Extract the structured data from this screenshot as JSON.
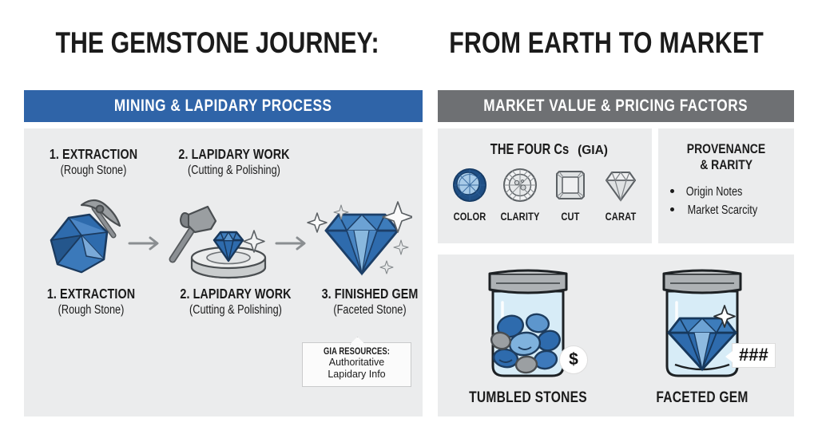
{
  "title": {
    "strong": "THE GEMSTONE JOURNEY:",
    "light": " FROM EARTH TO MARKET"
  },
  "colors": {
    "left_header_blue": "#2f64a8",
    "right_header_gray": "#6e7073",
    "panel_bg": "#ebeced",
    "page_bg": "#ffffff",
    "gem_blue": "#2e6bad",
    "gem_dark_blue": "#1f4f85",
    "stone_gray": "#8e9194",
    "text": "#1b1b1b"
  },
  "left_panel": {
    "header": "MINING & LAPIDARY PROCESS",
    "top_steps": [
      {
        "lead": "1. EXTRACTION",
        "sub": "(Rough Stone)"
      },
      {
        "lead": "2. LAPIDARY WORK",
        "sub": "(Cutting & Polishing)"
      }
    ],
    "bottom_steps": [
      {
        "lead": "1. EXTRACTION",
        "sub": "(Rough Stone)"
      },
      {
        "lead": "2. LAPIDARY WORK",
        "sub": "(Cutting & Polishing)"
      },
      {
        "lead": "3. FINISHED GEM",
        "sub": "(Faceted Stone)"
      }
    ],
    "icons": [
      "rough-stone-with-pickaxe-icon",
      "arrow-right-icon",
      "hammer-and-gem-on-wheel-icon",
      "arrow-right-icon",
      "faceted-diamond-with-sparkles-icon"
    ],
    "gia_callout": {
      "title": "GIA RESOURCES:",
      "line1": "Authoritative",
      "line2": "Lapidary Info"
    }
  },
  "right_panel": {
    "header": "MARKET VALUE & PRICING FACTORS",
    "four_cs": {
      "title_main": "THE FOUR Cs",
      "title_paren": "(GIA)",
      "items": [
        {
          "label": "COLOR",
          "icon": "round-brilliant-blue-gem-icon"
        },
        {
          "label": "CLARITY",
          "icon": "round-gem-with-inclusions-icon"
        },
        {
          "label": "CUT",
          "icon": "square-princess-cut-gem-icon"
        },
        {
          "label": "CARAT",
          "icon": "diamond-outline-icon"
        }
      ]
    },
    "provenance": {
      "title_line1": "PROVENANCE",
      "title_line2": "& RARITY",
      "bullets": [
        "Origin Notes",
        "Market Scarcity"
      ]
    },
    "jars": [
      {
        "caption": "TUMBLED STONES",
        "icon": "jar-with-tumbled-stones-icon",
        "badge": "$",
        "badge_shape": "circle"
      },
      {
        "caption": "FACETED GEM",
        "icon": "jar-with-faceted-gem-icon",
        "badge": "###",
        "badge_shape": "rect"
      }
    ]
  }
}
